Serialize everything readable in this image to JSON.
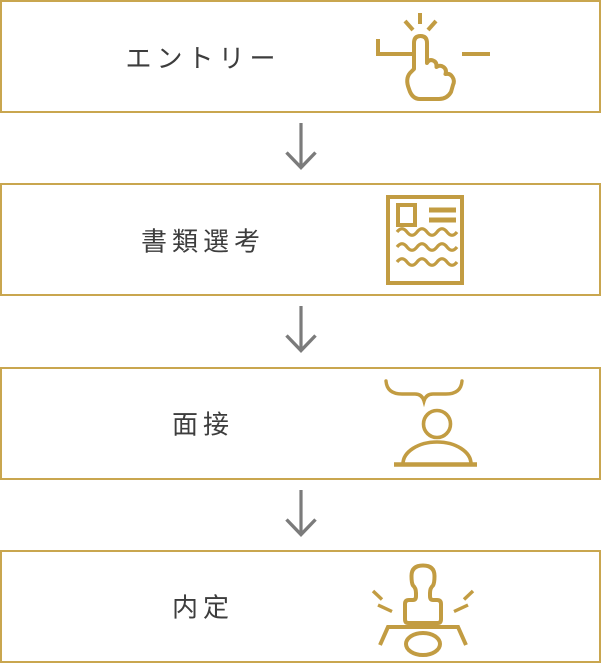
{
  "colors": {
    "gold": "#C29C42",
    "box_border": "#C9A64F",
    "arrow_gray": "#7B7B7B",
    "text": "#3D3D3D",
    "background": "#FFFFFF"
  },
  "steps": [
    {
      "id": "entry",
      "label": "エントリー",
      "icon": "click-icon"
    },
    {
      "id": "screening",
      "label": "書類選考",
      "icon": "document-icon"
    },
    {
      "id": "interview",
      "label": "面接",
      "icon": "interview-icon"
    },
    {
      "id": "offer",
      "label": "内定",
      "icon": "stamp-icon"
    }
  ],
  "arrow": {
    "icon": "down-arrow-icon"
  }
}
